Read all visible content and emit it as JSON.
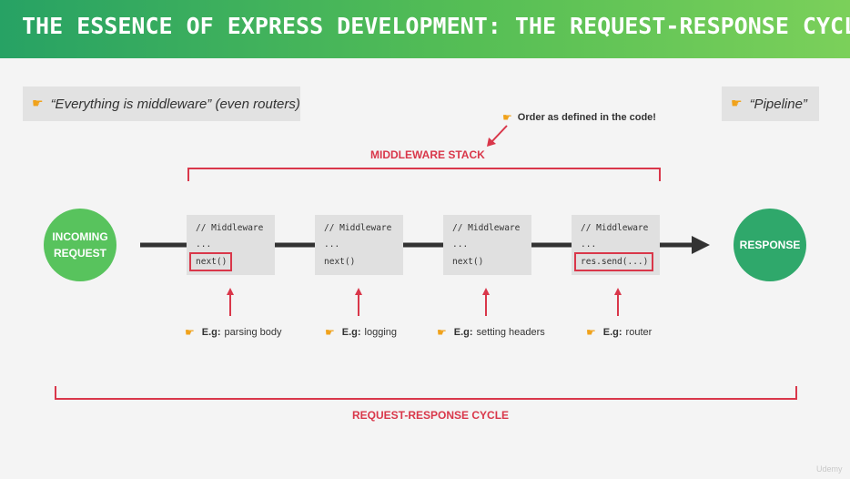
{
  "header": {
    "title": "THE ESSENCE OF EXPRESS DEVELOPMENT: THE REQUEST-RESPONSE CYCLE"
  },
  "quotes": {
    "left": "“Everything is middleware”  (even routers)",
    "right": "“Pipeline”"
  },
  "note_order": "Order as defined in the code!",
  "labels": {
    "stack": "MIDDLEWARE STACK",
    "cycle": "REQUEST-RESPONSE CYCLE"
  },
  "incoming": {
    "line1": "INCOMING",
    "line2": "REQUEST"
  },
  "response": "RESPONSE",
  "middlewares": [
    {
      "comment": "// Middleware",
      "dots": "...",
      "call": "next()"
    },
    {
      "comment": "// Middleware",
      "dots": "...",
      "call": "next()"
    },
    {
      "comment": "// Middleware",
      "dots": "...",
      "call": "next()"
    },
    {
      "comment": "// Middleware",
      "dots": "...",
      "call": "res.send(...)"
    }
  ],
  "examples": [
    {
      "prefix": "E.g:",
      "text": "parsing body"
    },
    {
      "prefix": "E.g:",
      "text": "logging"
    },
    {
      "prefix": "E.g:",
      "text": "setting headers"
    },
    {
      "prefix": "E.g:",
      "text": "router"
    }
  ],
  "watermark": "Udemy",
  "colors": {
    "accent_red": "#d9374a",
    "green_light": "#58c35d",
    "green_dark": "#2fa86b",
    "hand_icon": "#f0a21b"
  }
}
